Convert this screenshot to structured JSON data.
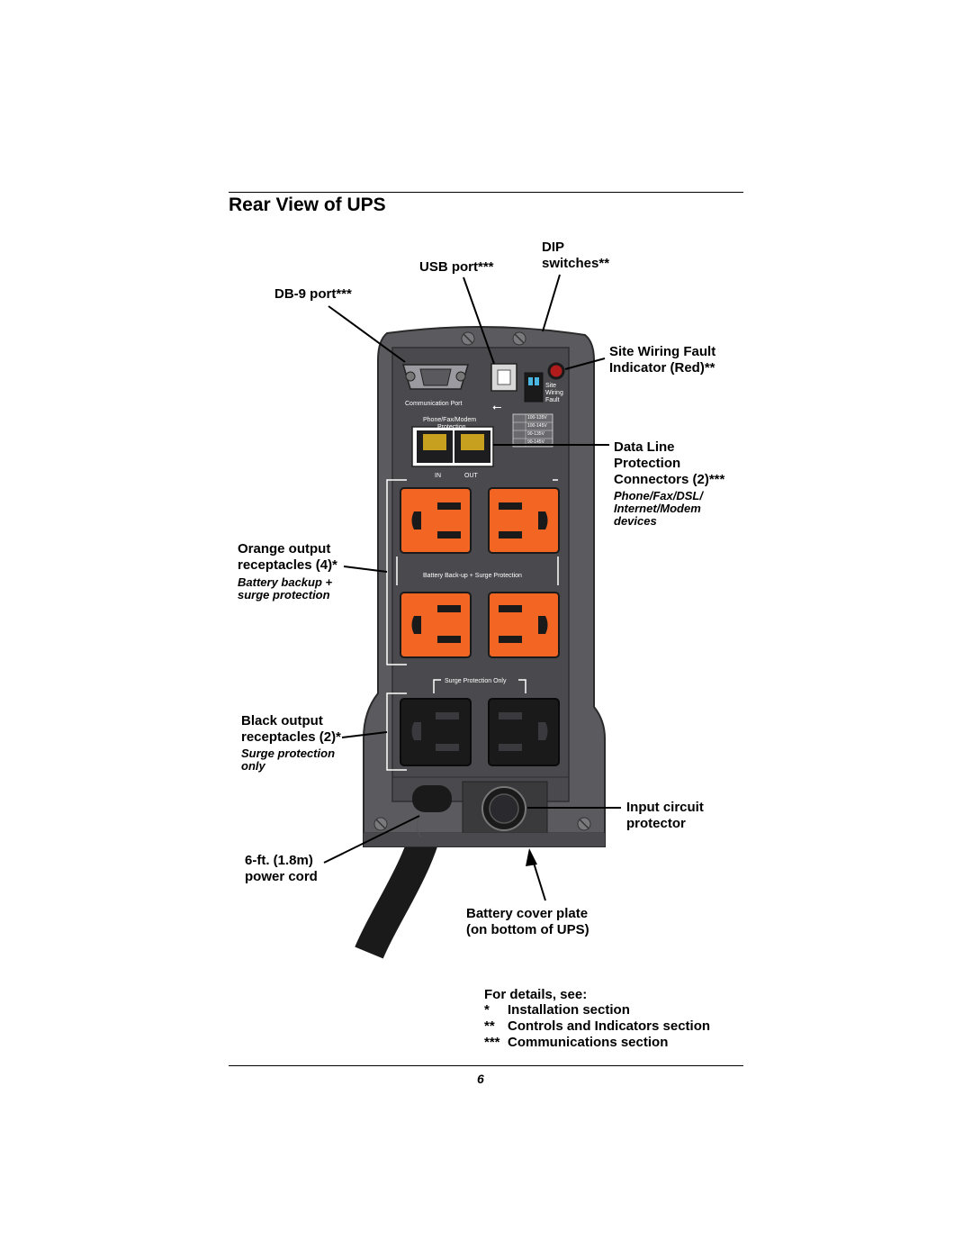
{
  "page": {
    "title": "Rear View of UPS",
    "page_number": "6"
  },
  "callouts": {
    "dip": [
      "DIP",
      "switches**"
    ],
    "usb": "USB port***",
    "db9": "DB-9 port***",
    "site_wiring": [
      "Site Wiring Fault",
      "Indicator (Red)**"
    ],
    "data_line": [
      "Data Line",
      "Protection",
      "Connectors (2)***"
    ],
    "data_line_sub": [
      "Phone/Fax/DSL/",
      "Internet/Modem",
      "devices"
    ],
    "orange": [
      "Orange output",
      "receptacles (4)*"
    ],
    "orange_sub": [
      "Battery backup +",
      "surge protection"
    ],
    "black": [
      "Black output",
      "receptacles (2)*"
    ],
    "black_sub": [
      "Surge protection",
      "only"
    ],
    "input_circuit": [
      "Input circuit",
      "protector"
    ],
    "power_cord": [
      "6-ft. (1.8m)",
      "power cord"
    ],
    "battery_cover": [
      "Battery cover plate",
      "(on bottom of UPS)"
    ]
  },
  "device": {
    "comm_port": "Communication Port",
    "phone_label": [
      "Phone/Fax/Modem",
      "Protection"
    ],
    "in": "IN",
    "out": "OUT",
    "battery_band": "Battery Back-up + Surge Protection",
    "surge_band": "Surge Protection Only",
    "site_label": [
      "Site",
      "Wiring",
      "Fault"
    ],
    "dip_table": [
      "100-135V",
      "100-145V",
      "90-135V",
      "90-145V"
    ]
  },
  "legend": {
    "heading": "For details, see:",
    "items": [
      {
        "mark": "*",
        "text": "Installation section"
      },
      {
        "mark": "**",
        "text": "Controls and Indicators section"
      },
      {
        "mark": "***",
        "text": "Communications section"
      }
    ]
  },
  "colors": {
    "orange": "#f26522",
    "housing": "#5a5a5d",
    "panel": "#4a4a4e",
    "black_receptacle": "#1a1a1a",
    "indicator": "#b01c1c"
  }
}
